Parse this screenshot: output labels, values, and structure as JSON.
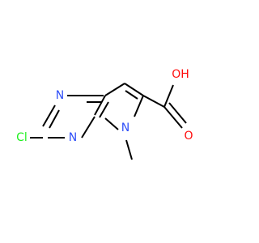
{
  "molecule": {
    "colors": {
      "bond": "#000000",
      "nitrogen": "#3050F8",
      "oxygen": "#FF0D0D",
      "chlorine": "#1FF01F"
    },
    "atoms": {
      "n3": "N",
      "n1": "N",
      "n7": "N",
      "cl": "Cl",
      "oh": "OH",
      "o_carbonyl": "O"
    }
  }
}
